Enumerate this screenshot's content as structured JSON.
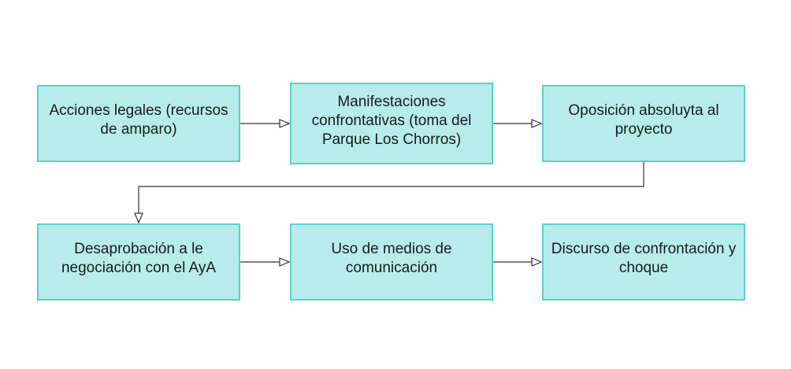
{
  "diagram": {
    "nodes": [
      {
        "id": "n1",
        "label": "Acciones legales (recursos de amparo)"
      },
      {
        "id": "n2",
        "label": "Manifestaciones confrontativas (toma del Parque Los Chorros)"
      },
      {
        "id": "n3",
        "label": "Oposición absoluyta al proyecto"
      },
      {
        "id": "n4",
        "label": "Desaprobación a le negociación con el AyA"
      },
      {
        "id": "n5",
        "label": "Uso de medios de comunicación"
      },
      {
        "id": "n6",
        "label": "Discurso de confrontación y choque"
      }
    ],
    "edges": [
      {
        "from": "n1",
        "to": "n2"
      },
      {
        "from": "n2",
        "to": "n3"
      },
      {
        "from": "n3",
        "to": "n4"
      },
      {
        "from": "n4",
        "to": "n5"
      },
      {
        "from": "n5",
        "to": "n6"
      }
    ],
    "colors": {
      "box_fill": "#b8ecec",
      "box_border": "#5cd0d0",
      "connector": "#333333",
      "text": "#1a1a1a"
    }
  }
}
